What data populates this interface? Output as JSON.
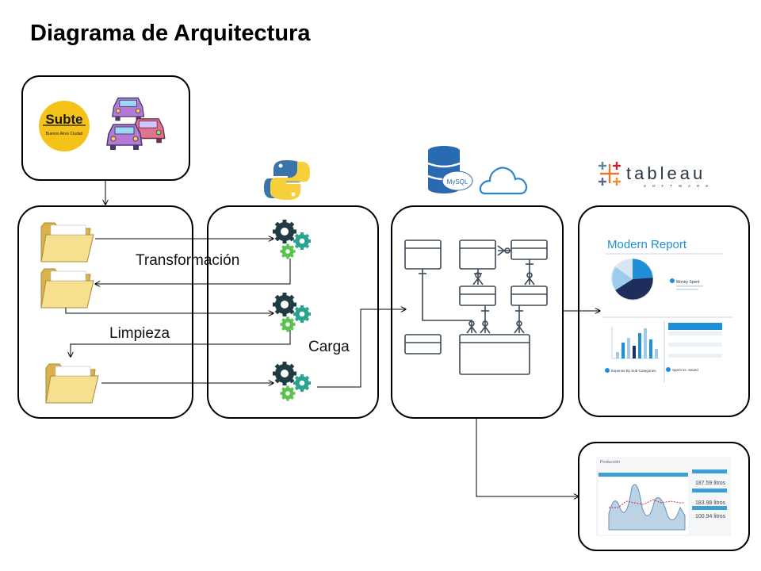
{
  "title": "Diagrama de Arquitectura",
  "sources": {
    "subte_logo_text": "Subte",
    "subte_logo_subtext": "Buenos Aires Ciudad",
    "cars_icon": "cars-icon"
  },
  "etl": {
    "transform_label": "Transformación",
    "clean_label": "Limpieza",
    "load_label": "Carga",
    "python_icon": "python-logo-icon",
    "gear_icon": "gears-icon",
    "folder_icon": "folder-icon"
  },
  "storage": {
    "mysql_label": "MySQL",
    "cloud_icon": "cloud-icon"
  },
  "viz": {
    "tableau_text": "tableau",
    "tableau_subtext": "SOFTWARE",
    "report_title": "Modern Report",
    "report_money_spent": "Money Spent",
    "report_expense": "Expense By Sub-Categories",
    "report_spent_saved": "Spent vs. Saved",
    "dashboard_title": "Producción",
    "dashboard_values": [
      "187.59 litros",
      "183.98 litros",
      "100.94 litros"
    ]
  },
  "colors": {
    "box_border": "#000000",
    "folder": "#f2d77a",
    "gear_dark": "#1f3b44",
    "gear_green": "#5cc24f",
    "python_blue": "#3a74a8",
    "python_yellow": "#f7cf3b",
    "db_blue": "#2a6ab1",
    "cloud_blue": "#2c86c9",
    "erd_stroke": "#3d4a57",
    "report_blue": "#1f8fd8",
    "report_navy": "#1d2e5d"
  }
}
